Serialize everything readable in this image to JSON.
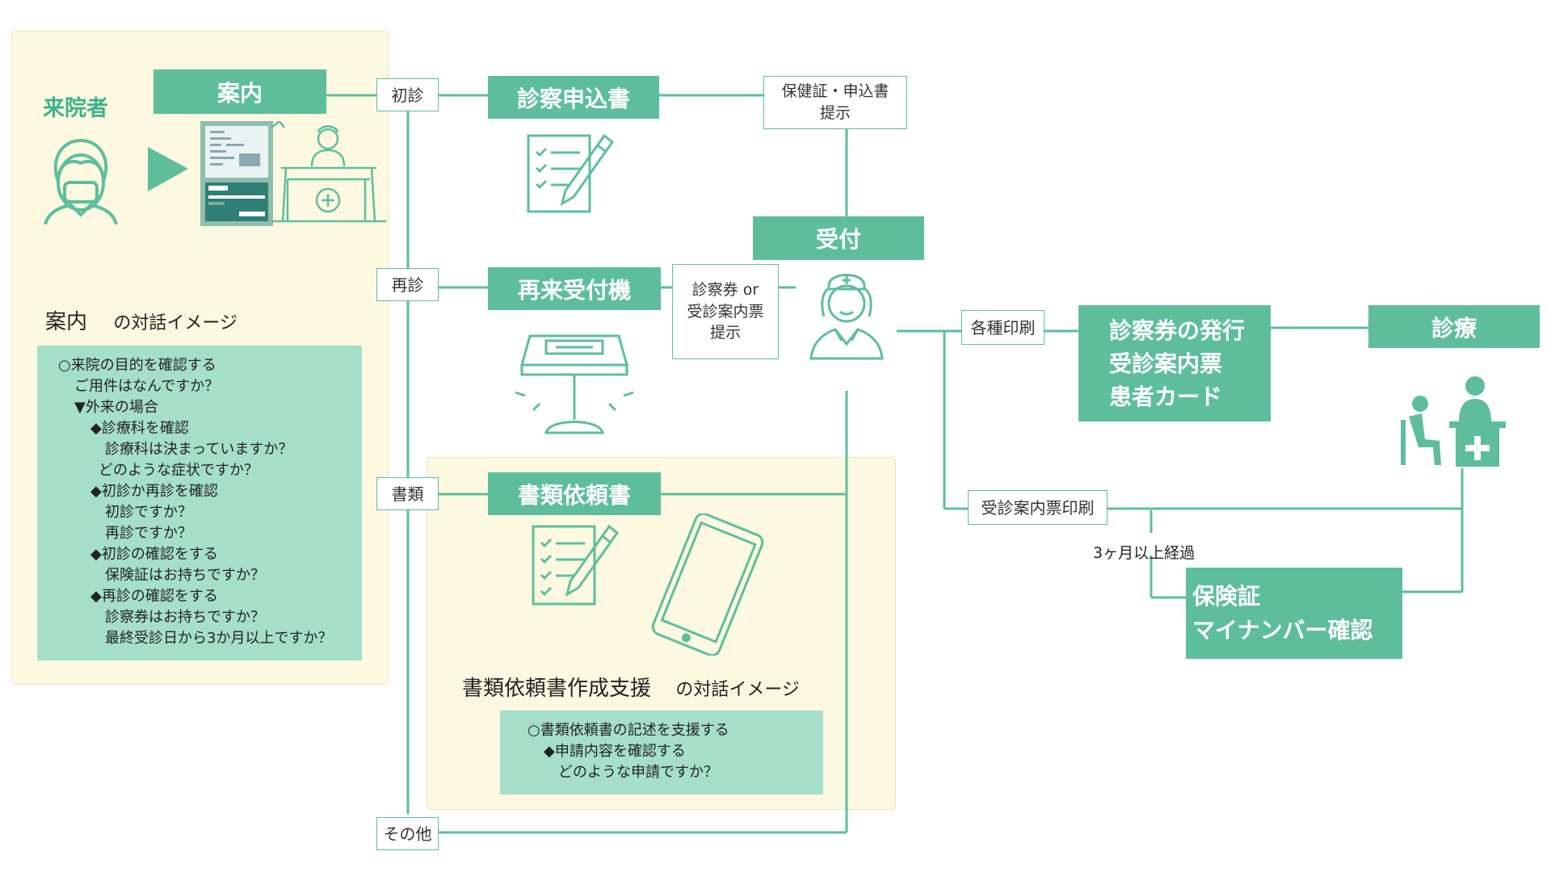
{
  "colors": {
    "accent": "#5ebe9c",
    "panel": "#fdf9e1",
    "dialog": "#a5dfca"
  },
  "visitor": {
    "label": "来院者"
  },
  "guide": {
    "title": "案内"
  },
  "guide_dialog": {
    "heading": "案内",
    "heading_suffix": "の対話イメージ",
    "lines": [
      "○来院の目的を確認する",
      "ご用件はなんですか？",
      "▼外来の場合",
      "◆診療科を確認",
      "診療科は決まっていますか？",
      "どのような症状ですか？",
      "◆初診か再診を確認",
      "初診ですか？",
      "再診ですか？",
      "◆初診の確認をする",
      "保険証はお持ちですか？",
      "◆再診の確認をする",
      "診察券はお持ちですか？",
      "最終受診日から3か月以上ですか？"
    ]
  },
  "branches": {
    "first": "初診",
    "repeat": "再診",
    "documents": "書類",
    "other": "その他"
  },
  "first_visit": {
    "box": "診察申込書",
    "note_line1": "保健証・申込書",
    "note_line2": "提示"
  },
  "repeat_visit": {
    "box": "再来受付機",
    "note_line1": "診察券 or",
    "note_line2": "受診案内票",
    "note_line3": "提示"
  },
  "reception": {
    "box": "受付"
  },
  "documents": {
    "box": "書類依頼書",
    "dialog_heading": "書類依頼書作成支援",
    "dialog_heading_suffix": "の対話イメージ",
    "dialog_lines": [
      "○書類依頼書の記述を支援する",
      "◆申請内容を確認する",
      "どのような申請ですか？"
    ]
  },
  "printing": {
    "label": "各種印刷",
    "box_line1": "診察券の発行",
    "box_line2": "受診案内票",
    "box_line3": "患者カード"
  },
  "treatment": {
    "box": "診療"
  },
  "guide_slip": {
    "label": "受診案内票印刷",
    "condition": "3ヶ月以上経過"
  },
  "insurance": {
    "box_line1": "保険証",
    "box_line2": "マイナンバー確認"
  },
  "icons": [
    "person-mask-icon",
    "arrow-right-icon",
    "kiosk-screen-icon",
    "reception-desk-icon",
    "form-pen-icon",
    "reception-machine-icon",
    "nurse-icon",
    "tablet-icon",
    "doctor-patient-icon"
  ]
}
